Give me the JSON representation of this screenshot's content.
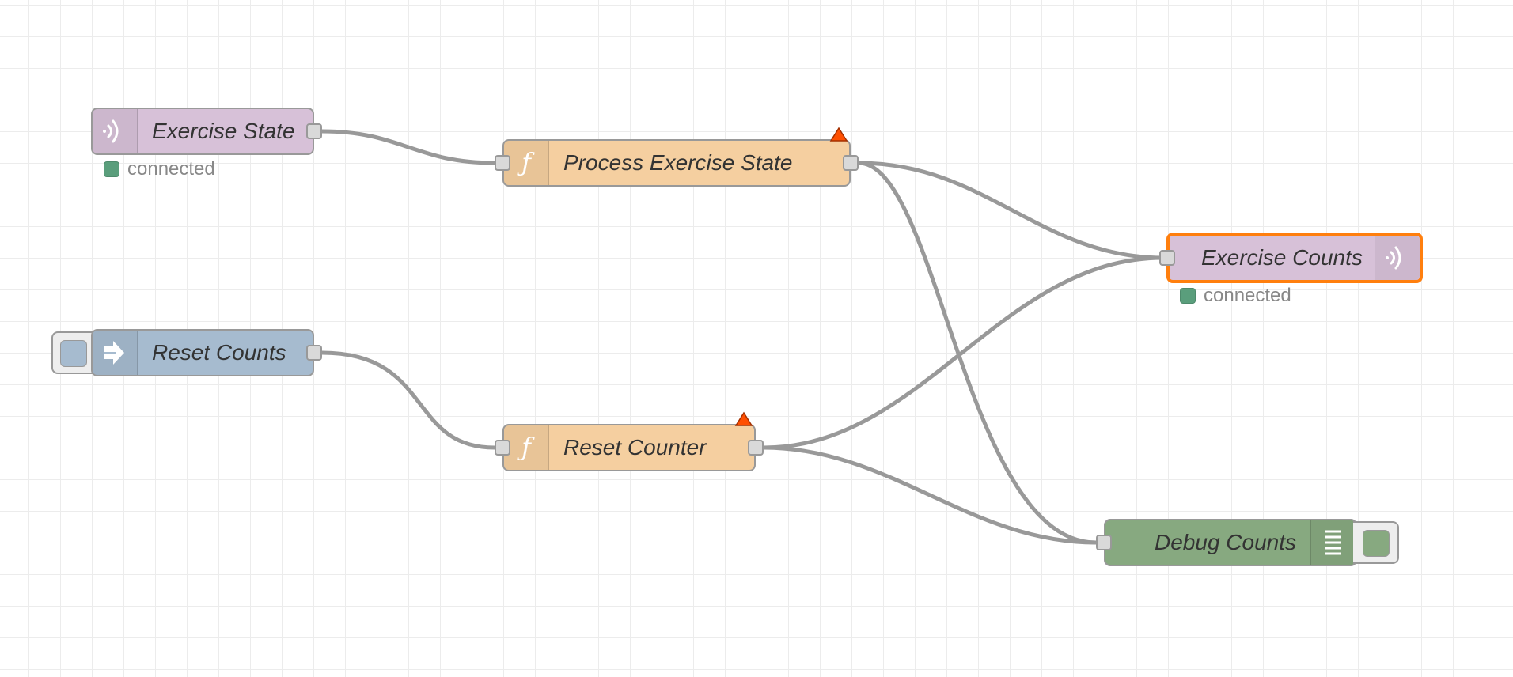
{
  "colors": {
    "websocket_node": "#d7c1d8",
    "function_node": "#f5cfa0",
    "inject_node": "#a6bbcf",
    "debug_node": "#87a980",
    "wire": "#999999",
    "selection": "#ff7f0e",
    "status_connected": "#5a9e7c",
    "warning": "#ff4f00"
  },
  "nodes": {
    "exercise_state": {
      "label": "Exercise State",
      "icon": "websocket-icon",
      "status": "connected"
    },
    "process_exercise_state": {
      "label": "Process Exercise State",
      "icon": "function-icon",
      "warning": true
    },
    "reset_counts": {
      "label": "Reset Counts",
      "icon": "inject-arrow-icon"
    },
    "reset_counter": {
      "label": "Reset Counter",
      "icon": "function-icon",
      "warning": true
    },
    "exercise_counts": {
      "label": "Exercise Counts",
      "icon": "websocket-icon",
      "status": "connected",
      "selected": true
    },
    "debug_counts": {
      "label": "Debug Counts",
      "icon": "debug-list-icon",
      "active": true
    }
  },
  "wires": [
    {
      "from": "exercise_state",
      "to": "process_exercise_state"
    },
    {
      "from": "process_exercise_state",
      "to": "exercise_counts"
    },
    {
      "from": "process_exercise_state",
      "to": "debug_counts"
    },
    {
      "from": "reset_counts",
      "to": "reset_counter"
    },
    {
      "from": "reset_counter",
      "to": "exercise_counts"
    },
    {
      "from": "reset_counter",
      "to": "debug_counts"
    }
  ]
}
